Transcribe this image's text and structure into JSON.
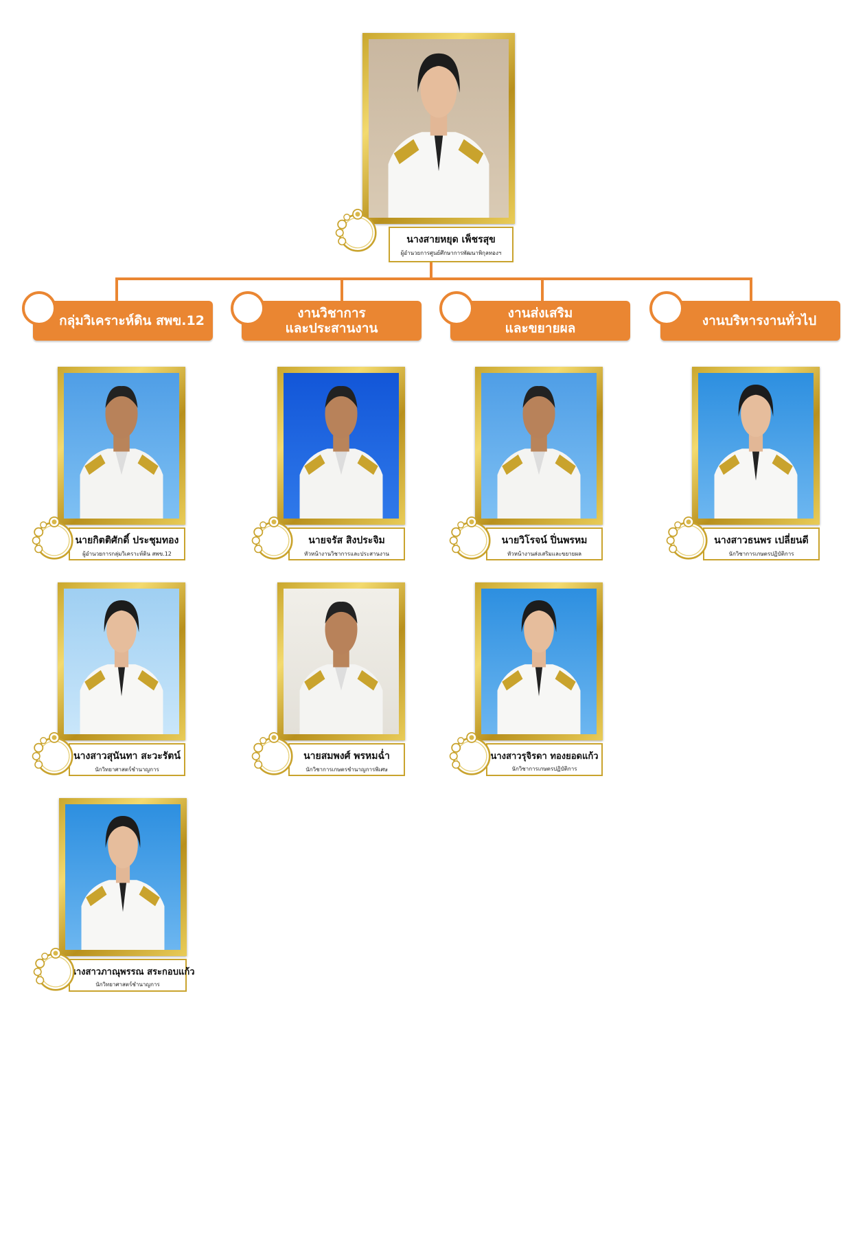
{
  "director": {
    "name": "นางสายหยุด เพ็ชรสุข",
    "position": "ผู้อำนวยการศูนย์ศึกษาการพัฒนาพิกุลทองฯ"
  },
  "groups": [
    {
      "label_line1": "กลุ่มวิเคราะห์ดิน สพข.12",
      "label_line2": ""
    },
    {
      "label_line1": "งานวิชาการ",
      "label_line2": "และประสานงาน"
    },
    {
      "label_line1": "งานส่งเสริม",
      "label_line2": "และขยายผล"
    },
    {
      "label_line1": "งานบริหารงานทั่วไป",
      "label_line2": ""
    }
  ],
  "staff": {
    "g1": [
      {
        "name": "นายกิตติศักดิ์ ประชุมทอง",
        "position": "ผู้อำนวยการกลุ่มวิเคราะห์ดิน สพข.12"
      },
      {
        "name": "นางสาวสุนันทา สะวะรัตน์",
        "position": "นักวิทยาศาสตร์ชำนาญการ"
      },
      {
        "name": "นางสาวภาณุพรรณ สระกอบแก้ว",
        "position": "นักวิทยาศาสตร์ชำนาญการ"
      }
    ],
    "g2": [
      {
        "name": "นายจรัส สิงประจิม",
        "position": "หัวหน้างานวิชาการและประสานงาน"
      },
      {
        "name": "นายสมพงศ์ พรหมฉ่ำ",
        "position": "นักวิชาการเกษตรชำนาญการพิเศษ"
      }
    ],
    "g3": [
      {
        "name": "นายวิโรจน์ ปิ่นพรหม",
        "position": "หัวหน้างานส่งเสริมและขยายผล"
      },
      {
        "name": "นางสาวรุจิรดา ทองยอดแก้ว",
        "position": "นักวิชาการเกษตรปฏิบัติการ"
      }
    ],
    "g4": [
      {
        "name": "นางสาวธนพร เปลี่ยนดี",
        "position": "นักวิชาการเกษตรปฏิบัติการ"
      }
    ]
  },
  "colors": {
    "accent_orange": "#ea8632",
    "gold": "#c9a32d"
  }
}
